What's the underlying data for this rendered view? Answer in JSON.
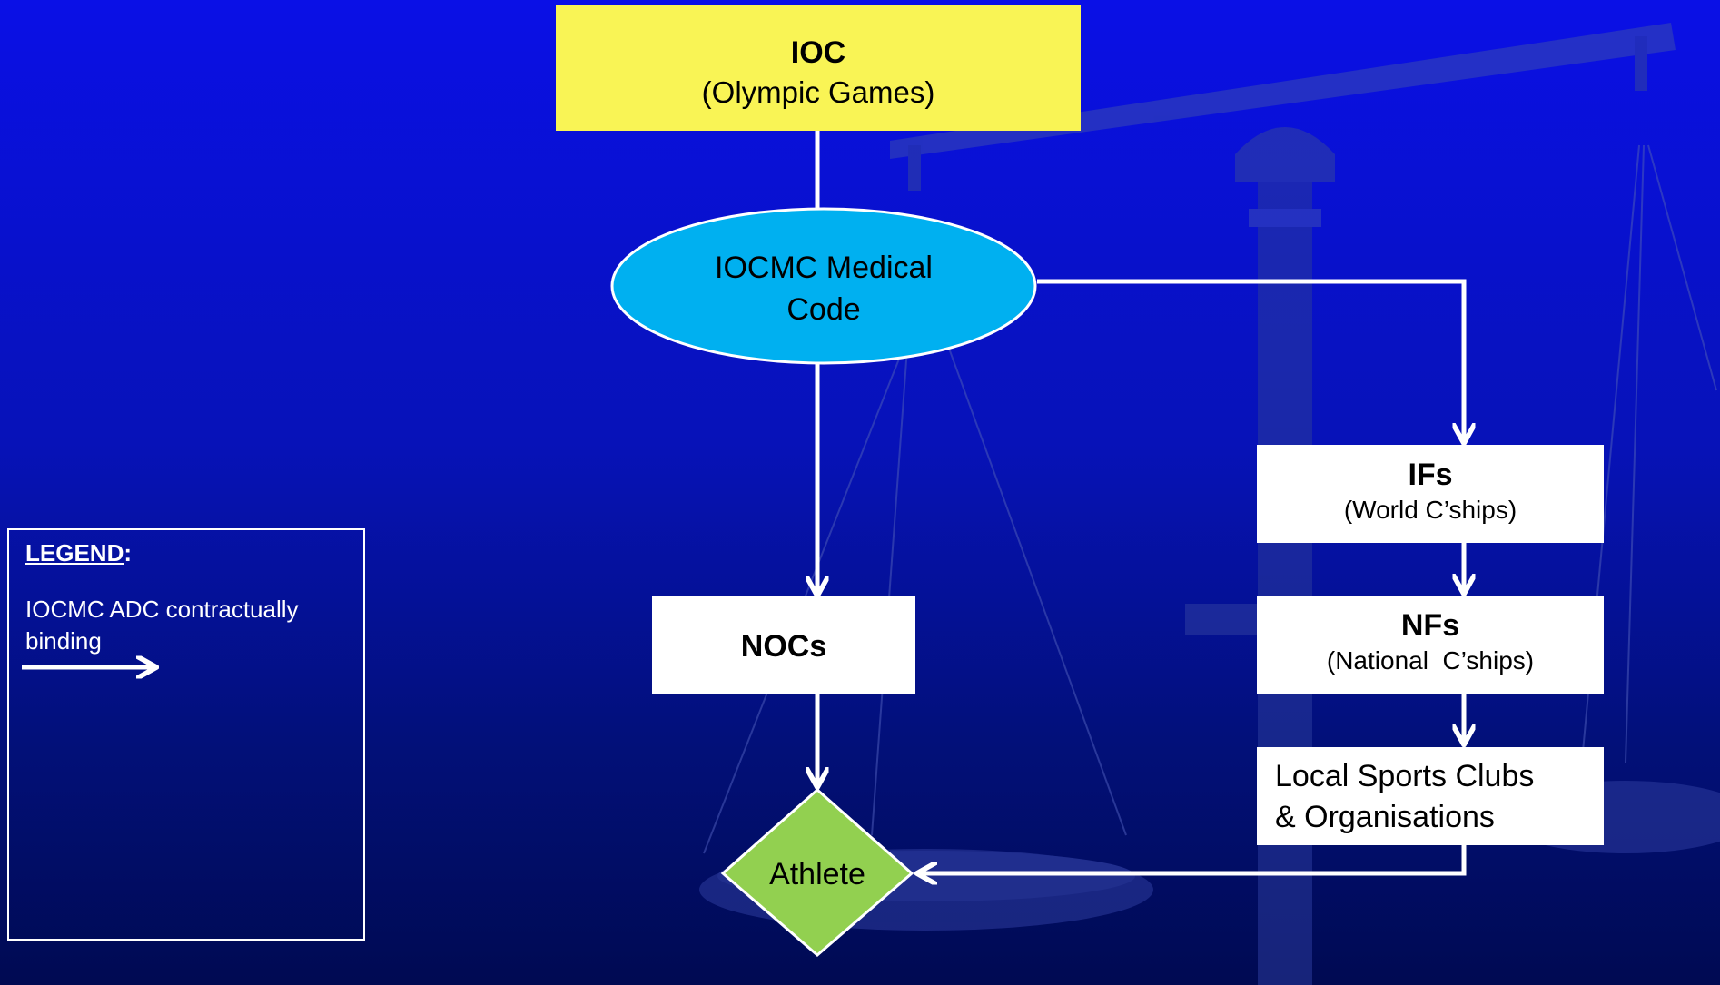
{
  "nodes": {
    "ioc": {
      "title": "IOC",
      "subtitle": "(Olympic Games)"
    },
    "code": {
      "label": "IOCMC Medical Code"
    },
    "ifs": {
      "title": "IFs",
      "subtitle": "(World C’ships)"
    },
    "nfs": {
      "title": "NFs",
      "subtitle": "(National  C’ships)"
    },
    "nocs": {
      "title": "NOCs"
    },
    "clubs": {
      "line1": "Local Sports Clubs",
      "line2": "& Organisations"
    },
    "athlete": {
      "label": "Athlete"
    }
  },
  "legend": {
    "title": "LEGEND",
    "colon": ":",
    "text": "IOCMC ADC contractually binding"
  },
  "colors": {
    "ioc_fill": "#f9f455",
    "code_fill": "#00b0f0",
    "athlete_fill": "#92d050",
    "box_fill": "#ffffff",
    "arrow": "#ffffff"
  }
}
